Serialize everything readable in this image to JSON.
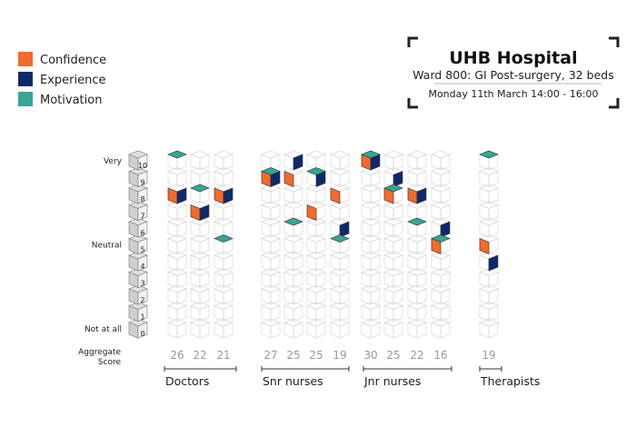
{
  "header": {
    "title": "UHB Hospital",
    "subtitle": "Ward 800: GI Post-surgery, 32 beds",
    "date": "Monday 11th March 14:00 - 16:00"
  },
  "colors": {
    "Confidence": "#f26b2a",
    "Experience": "#0f2a6b",
    "Motivation": "#35a596",
    "grid": "#d8d8d8",
    "axis": "#cfcfcf"
  },
  "chart_data": {
    "type": "isometric-cube-column",
    "legend": [
      "Confidence",
      "Experience",
      "Motivation"
    ],
    "legend_position": "top-left",
    "ylim": [
      0,
      10
    ],
    "y_ticks": [
      "0",
      "1",
      "2",
      "3",
      "4",
      "5",
      "6",
      "7",
      "8",
      "9",
      "10"
    ],
    "y_labels": {
      "very": "Very",
      "neutral": "Neutral",
      "not_at_all": "Not at all"
    },
    "score_label": [
      "Aggregate",
      "Score"
    ],
    "groups": [
      {
        "name": "Doctors",
        "columns": [
          {
            "Confidence": 8,
            "Experience": 8,
            "Motivation": 10,
            "score": "26"
          },
          {
            "Confidence": 7,
            "Experience": 7,
            "Motivation": 8,
            "score": "22"
          },
          {
            "Confidence": 8,
            "Experience": 8,
            "Motivation": 5,
            "score": "21"
          }
        ]
      },
      {
        "name": "Snr nurses",
        "columns": [
          {
            "Confidence": 9,
            "Experience": 9,
            "Motivation": 9,
            "score": "27"
          },
          {
            "Confidence": 9,
            "Experience": 10,
            "Motivation": 6,
            "score": "25"
          },
          {
            "Confidence": 7,
            "Experience": 9,
            "Motivation": 9,
            "score": "25"
          },
          {
            "Confidence": 8,
            "Experience": 6,
            "Motivation": 5,
            "score": "19"
          }
        ]
      },
      {
        "name": "Jnr nurses",
        "columns": [
          {
            "Confidence": 10,
            "Experience": 10,
            "Motivation": 10,
            "score": "30"
          },
          {
            "Confidence": 8,
            "Experience": 9,
            "Motivation": 8,
            "score": "25"
          },
          {
            "Confidence": 8,
            "Experience": 8,
            "Motivation": 6,
            "score": "22"
          },
          {
            "Confidence": 5,
            "Experience": 6,
            "Motivation": 5,
            "score": "16"
          }
        ]
      },
      {
        "name": "Therapists",
        "columns": [
          {
            "Confidence": 5,
            "Experience": 4,
            "Motivation": 10,
            "score": "19"
          }
        ]
      }
    ]
  }
}
